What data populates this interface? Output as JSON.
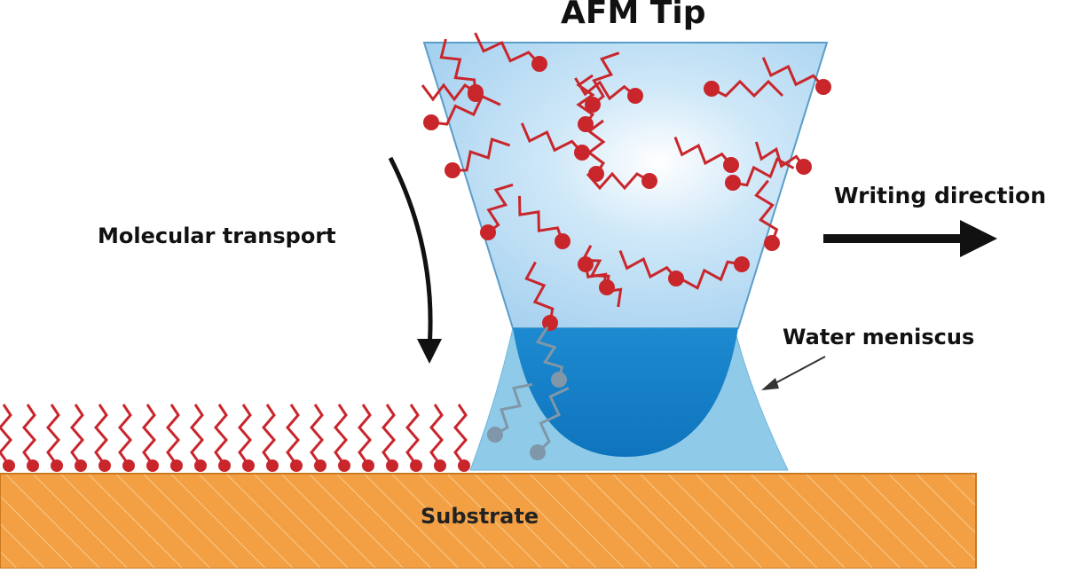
{
  "labels": {
    "title": "AFM Tip",
    "writing_direction": "Writing direction",
    "molecular_transport": "Molecular transport",
    "water_meniscus": "Water meniscus",
    "substrate": "Substrate"
  },
  "colors": {
    "molecule": "#c9262c",
    "tip_glass": "#bfe0f5",
    "meniscus": "#8fcbe8",
    "water_core": "#1a86cc",
    "substrate": "#f3a044",
    "arrow": "#111111",
    "diffusing_molecule": "#7f97a8"
  }
}
